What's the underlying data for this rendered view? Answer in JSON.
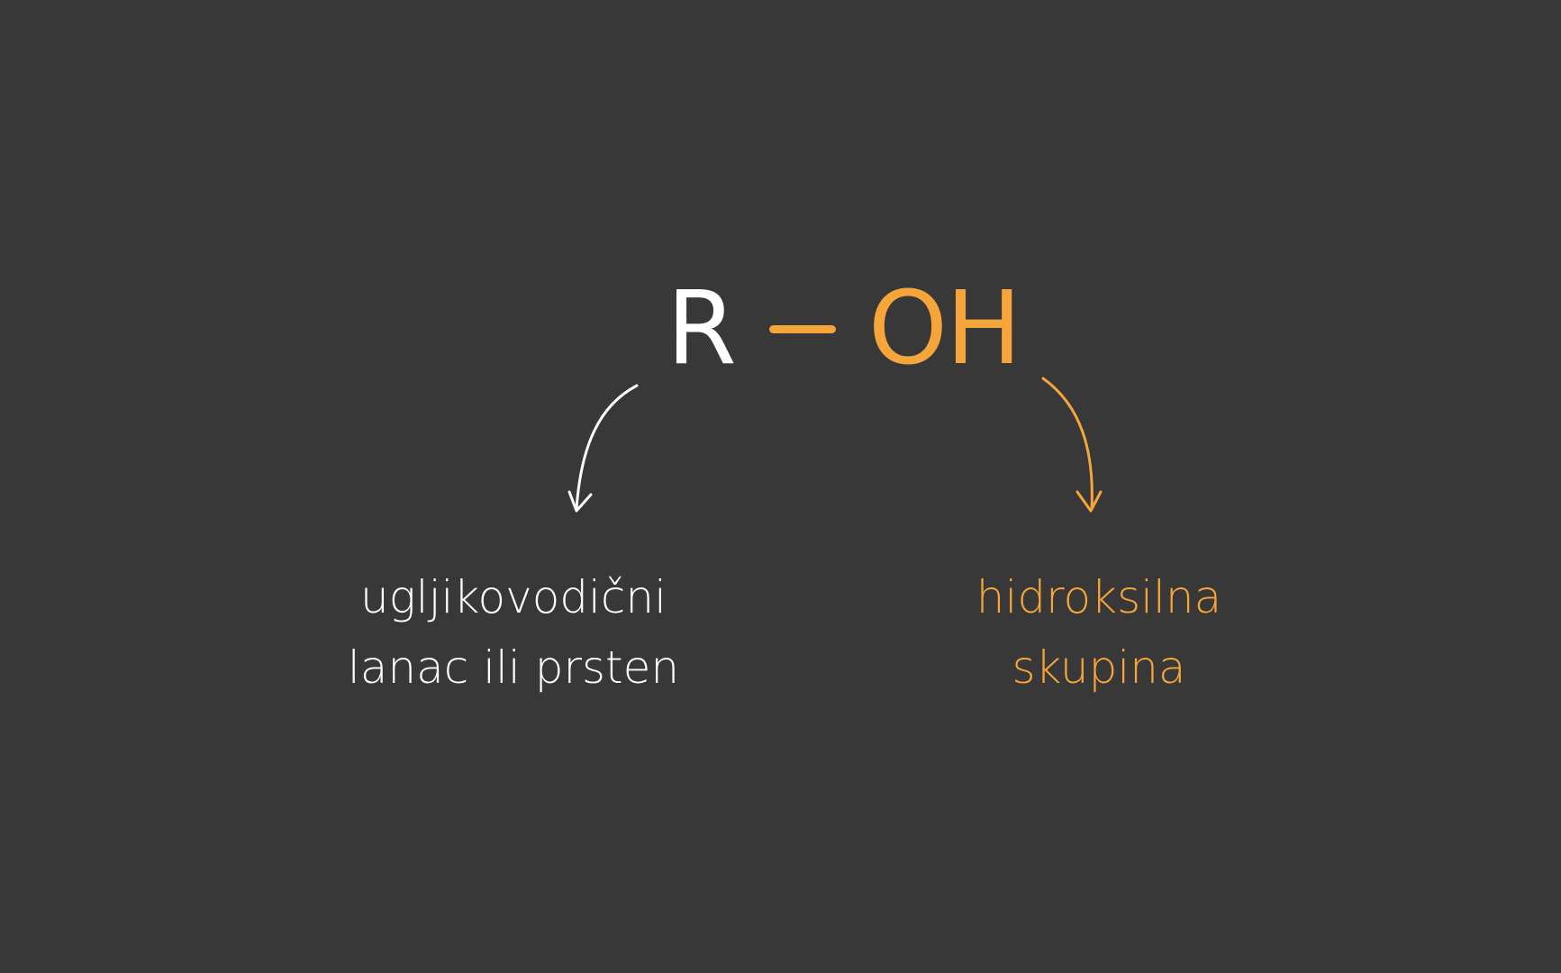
{
  "colors": {
    "background": "#383838",
    "primary": "#ffffff",
    "accent": "#f5a53a"
  },
  "formula": {
    "r": "R",
    "oh": "OH"
  },
  "labels": {
    "left": {
      "line1": "ugljikovodični",
      "line2": "lanac ili prsten"
    },
    "right": {
      "line1": "hidroksilna",
      "line2": "skupina"
    }
  }
}
